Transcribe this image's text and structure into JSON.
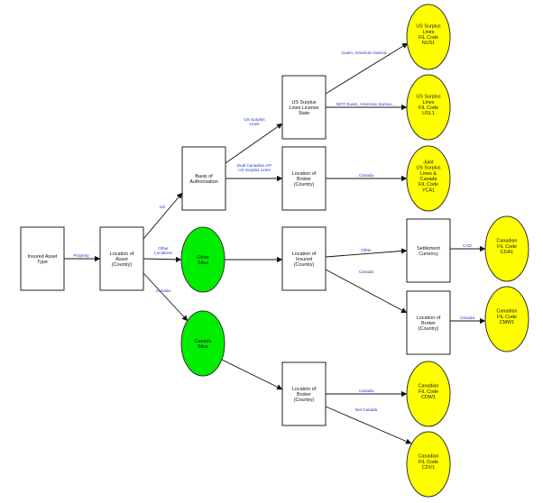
{
  "nodes": {
    "insured_asset_type": {
      "lines": [
        "Insured Asset",
        "Type"
      ]
    },
    "location_of_asset": {
      "lines": [
        "Location of",
        "Asset",
        "(Country)"
      ]
    },
    "basis_of_authorisation": {
      "lines": [
        "Basis of",
        "Authorisation"
      ]
    },
    "other_situs": {
      "lines": [
        "Other",
        "Situs"
      ]
    },
    "canada_situs": {
      "lines": [
        "Canada",
        "Situs"
      ]
    },
    "us_surplus_license_state": {
      "lines": [
        "US Surplus",
        "Lines License",
        "State"
      ]
    },
    "location_of_broker_top": {
      "lines": [
        "Location of",
        "Broker",
        "(Country)"
      ]
    },
    "location_of_insured": {
      "lines": [
        "Location of",
        "Insured",
        "(Country)"
      ]
    },
    "location_of_broker_bottom": {
      "lines": [
        "Location of",
        "Broker",
        "(Country)"
      ]
    },
    "settlement_currency": {
      "lines": [
        "Settlement",
        "Currency"
      ]
    },
    "location_of_broker_right": {
      "lines": [
        "Location of",
        "Broker",
        "(Country)"
      ]
    },
    "nus1": {
      "lines": [
        "US Surplus",
        "Lines",
        "FIL Code",
        "",
        "NUS1"
      ]
    },
    "usl1": {
      "lines": [
        "US Surplus",
        "Lines",
        "FIL Code",
        "",
        "USL1"
      ]
    },
    "yca1": {
      "lines": [
        "Joint",
        "US Surplus",
        "Lines &",
        "Canada",
        "FIL Code",
        "",
        "YCA1"
      ]
    },
    "cda1": {
      "lines": [
        "Canadian",
        "FIL Code",
        "",
        "CDA1"
      ]
    },
    "cmw1": {
      "lines": [
        "Canadian",
        "FIL Code",
        "",
        "CMW1"
      ]
    },
    "cdw1": {
      "lines": [
        "Canadian",
        "FIL Code",
        "",
        "CDW1"
      ]
    },
    "cdv1": {
      "lines": [
        "Canadian",
        "FIL Code",
        "",
        "CDV1"
      ]
    }
  },
  "edges": {
    "property": {
      "lines": [
        "Property"
      ]
    },
    "us": {
      "lines": [
        "US"
      ]
    },
    "other_locations": {
      "lines": [
        "Other",
        "Locations"
      ]
    },
    "canada_situs": {
      "lines": [
        "Canada"
      ]
    },
    "us_surplus_lines": {
      "lines": [
        "US Surplus",
        "Lines"
      ]
    },
    "dual_canadian": {
      "lines": [
        "Dual Canadian AIF",
        "US Surplus Lines"
      ]
    },
    "guam_american_samoa": {
      "lines": [
        "Guam, American Samoa ..."
      ]
    },
    "not_guam": {
      "lines": [
        "NOT Guam, American Samoa ..."
      ]
    },
    "canada_broker_top": {
      "lines": [
        "Canada"
      ]
    },
    "other_insured": {
      "lines": [
        "Other"
      ]
    },
    "canada_insured": {
      "lines": [
        "Canada"
      ]
    },
    "cad": {
      "lines": [
        "CAD"
      ]
    },
    "canada_broker_right": {
      "lines": [
        "Canada"
      ]
    },
    "canada_broker_bottom": {
      "lines": [
        "Canada"
      ]
    },
    "not_canada": {
      "lines": [
        "Not Canada"
      ]
    }
  }
}
